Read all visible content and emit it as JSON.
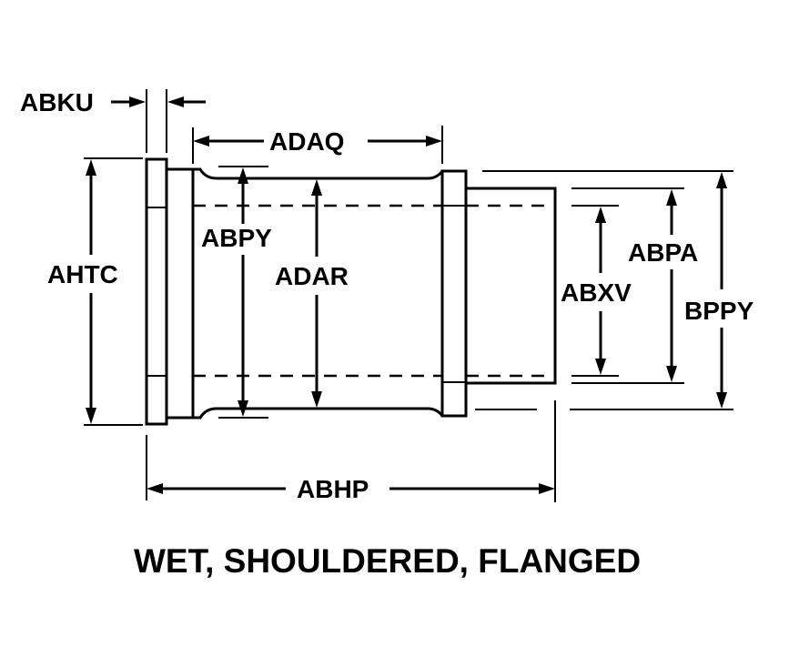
{
  "diagram": {
    "caption": "WET, SHOULDERED, FLANGED",
    "labels": {
      "abku": "ABKU",
      "adaq": "ADAQ",
      "ahtc": "AHTC",
      "abpy": "ABPY",
      "adar": "ADAR",
      "abxv": "ABXV",
      "abpa": "ABPA",
      "bppy": "BPPY",
      "abhp": "ABHP"
    }
  }
}
